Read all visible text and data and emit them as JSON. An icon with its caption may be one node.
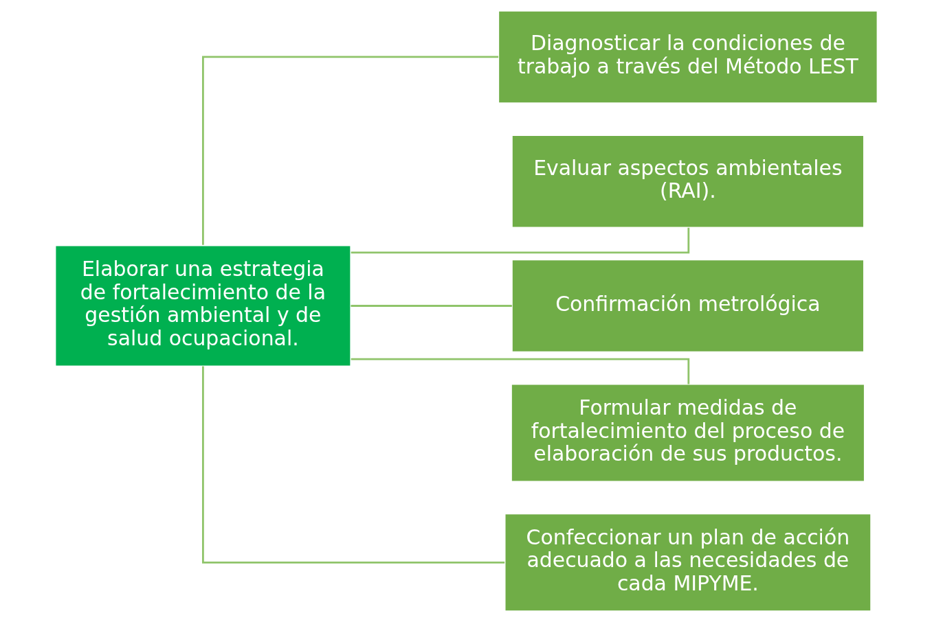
{
  "diagram": {
    "nodes": [
      {
        "text": [
          "Elaborar una estrategia de fortalecimiento de la gestión ambiental y de salud ocupacional."
        ]
      },
      {
        "text": [
          "Diagnosticar la condiciones de trabajo a través del Método LEST"
        ]
      },
      {
        "text": [
          "Evaluar aspectos ambientales (RAI)."
        ]
      },
      {
        "text": [
          "Confirmación metrológica"
        ]
      },
      {
        "text": [
          "Formular medidas de fortalecimiento del proceso de elaboración de sus productos."
        ]
      },
      {
        "text": [
          "Confeccionar un plan de acción adecuado a las necesidades de cada MIPYME."
        ]
      }
    ],
    "edges": [
      {
        "from": 0,
        "to": 1,
        "arrow": "none"
      },
      {
        "from": 0,
        "to": 2,
        "arrow": "none"
      },
      {
        "from": 0,
        "to": 3,
        "arrow": "none"
      },
      {
        "from": 0,
        "to": 4,
        "arrow": "none"
      },
      {
        "from": 0,
        "to": 5,
        "arrow": "none"
      }
    ]
  }
}
